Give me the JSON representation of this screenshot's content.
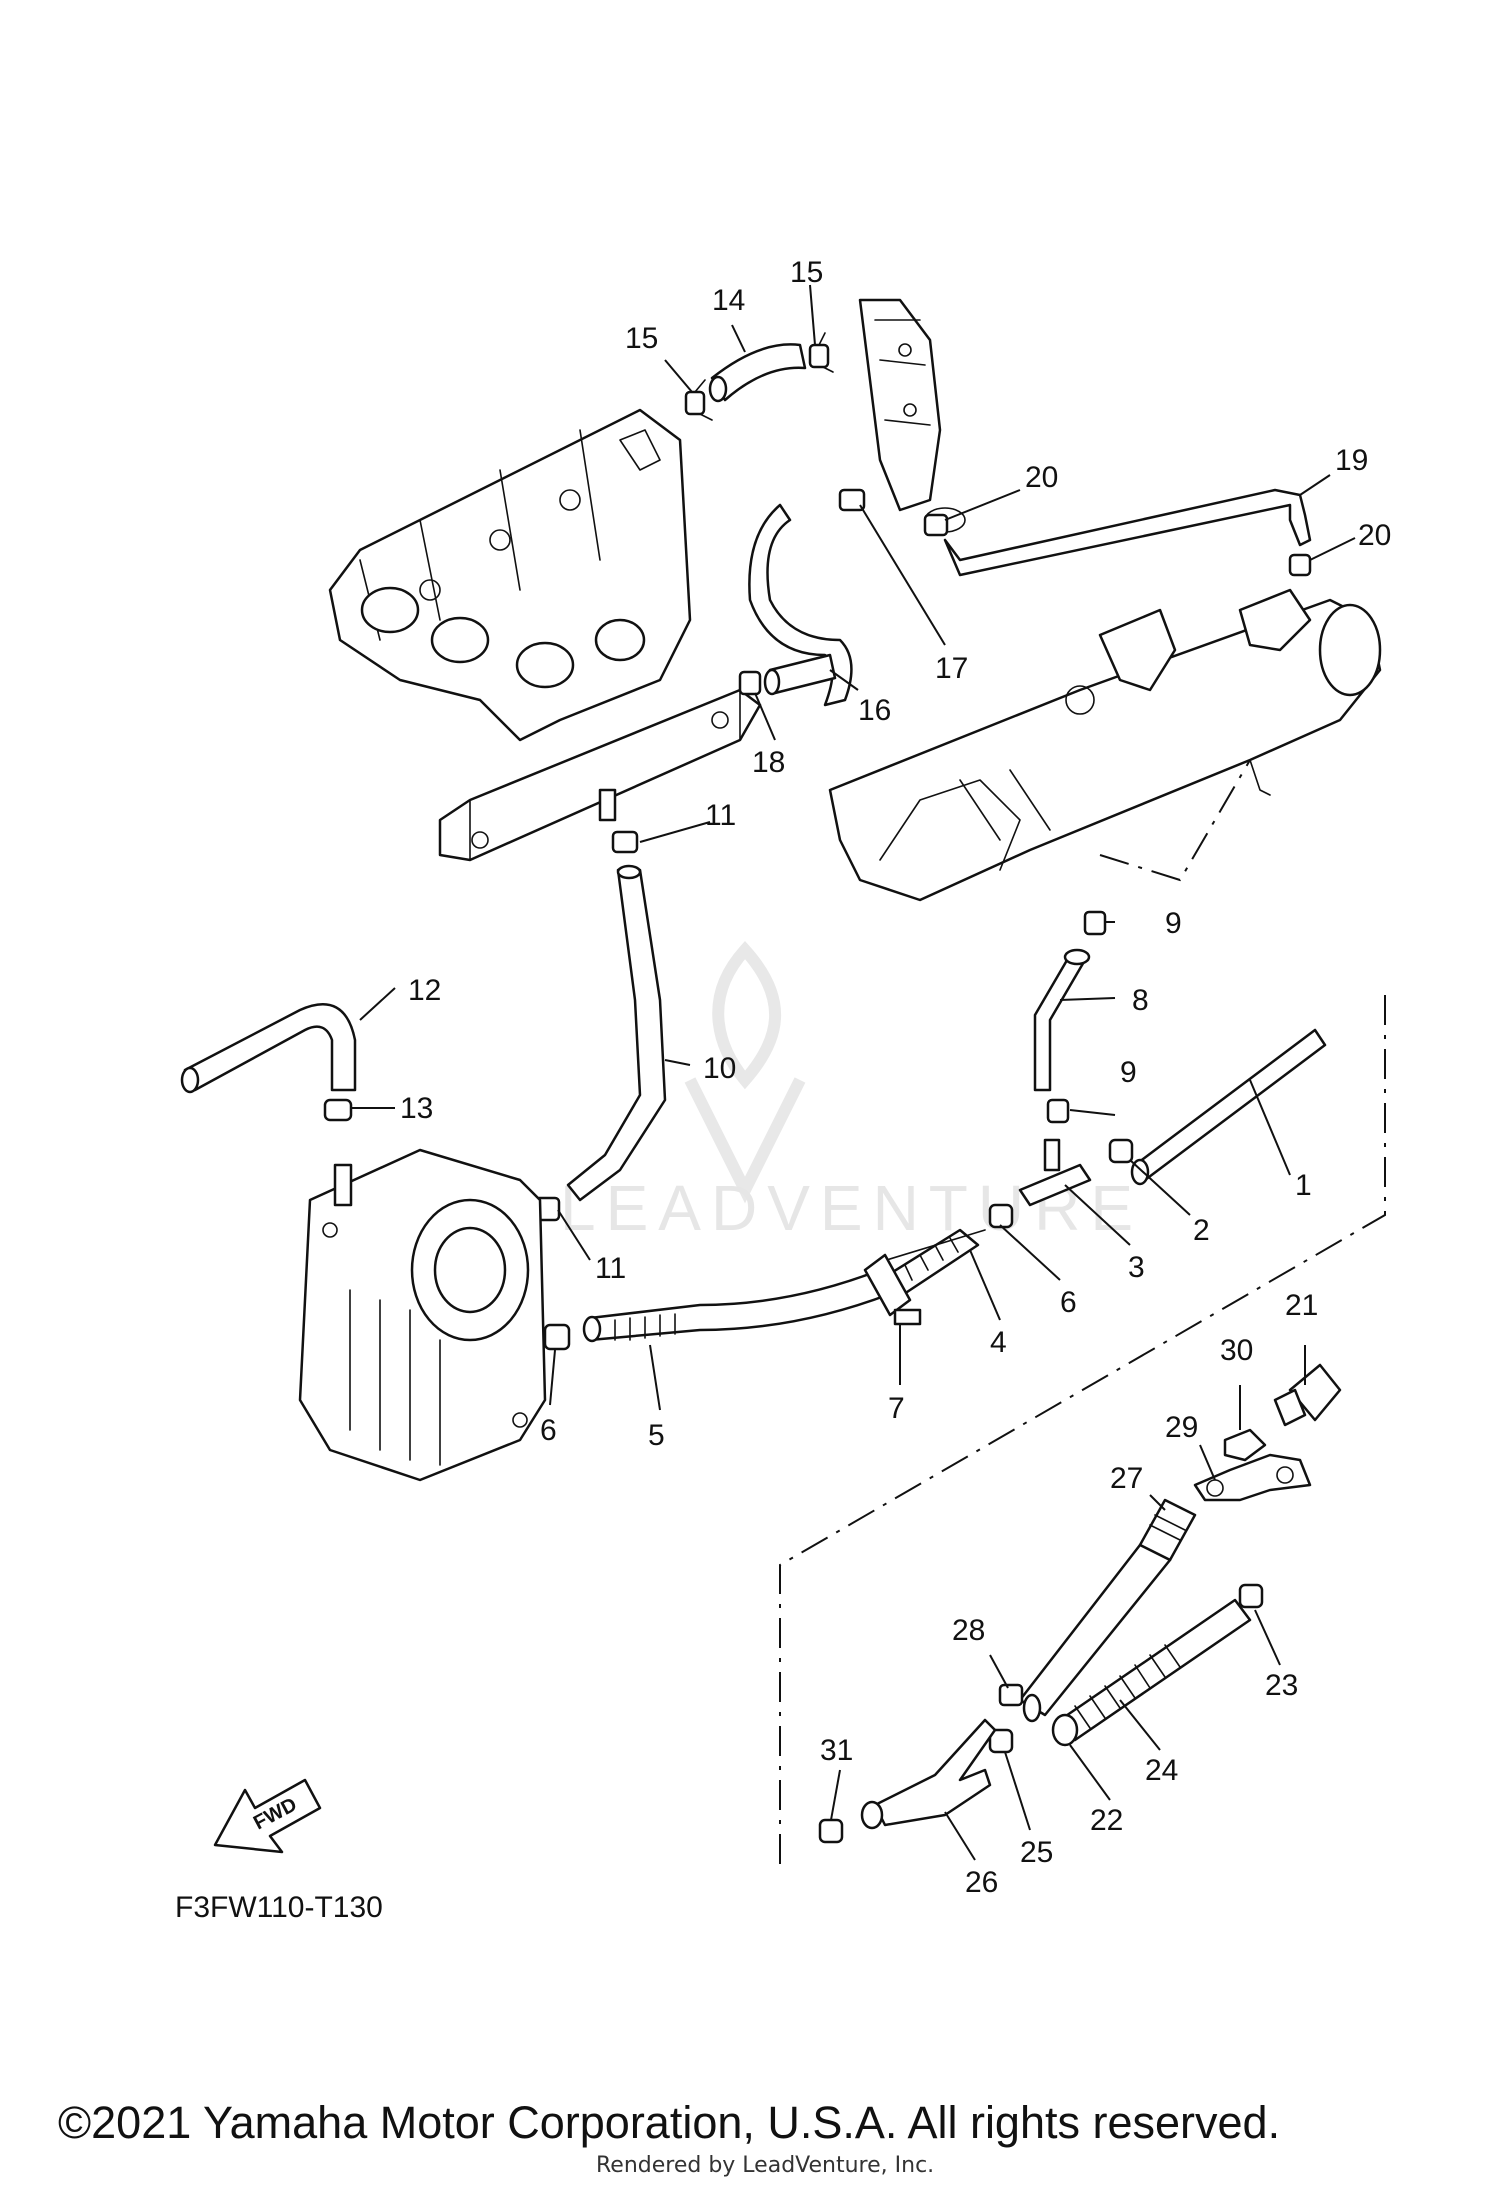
{
  "diagram": {
    "callouts": [
      {
        "id": "c1",
        "text": "1"
      },
      {
        "id": "c2",
        "text": "2"
      },
      {
        "id": "c3",
        "text": "3"
      },
      {
        "id": "c4",
        "text": "4"
      },
      {
        "id": "c5",
        "text": "5"
      },
      {
        "id": "c6a",
        "text": "6"
      },
      {
        "id": "c6b",
        "text": "6"
      },
      {
        "id": "c7",
        "text": "7"
      },
      {
        "id": "c8",
        "text": "8"
      },
      {
        "id": "c9a",
        "text": "9"
      },
      {
        "id": "c9b",
        "text": "9"
      },
      {
        "id": "c10",
        "text": "10"
      },
      {
        "id": "c11a",
        "text": "11"
      },
      {
        "id": "c11b",
        "text": "11"
      },
      {
        "id": "c12",
        "text": "12"
      },
      {
        "id": "c13",
        "text": "13"
      },
      {
        "id": "c14",
        "text": "14"
      },
      {
        "id": "c15a",
        "text": "15"
      },
      {
        "id": "c15b",
        "text": "15"
      },
      {
        "id": "c16",
        "text": "16"
      },
      {
        "id": "c17",
        "text": "17"
      },
      {
        "id": "c18",
        "text": "18"
      },
      {
        "id": "c19",
        "text": "19"
      },
      {
        "id": "c20a",
        "text": "20"
      },
      {
        "id": "c20b",
        "text": "20"
      },
      {
        "id": "c21",
        "text": "21"
      },
      {
        "id": "c22",
        "text": "22"
      },
      {
        "id": "c23",
        "text": "23"
      },
      {
        "id": "c24",
        "text": "24"
      },
      {
        "id": "c25",
        "text": "25"
      },
      {
        "id": "c26",
        "text": "26"
      },
      {
        "id": "c27",
        "text": "27"
      },
      {
        "id": "c28",
        "text": "28"
      },
      {
        "id": "c29",
        "text": "29"
      },
      {
        "id": "c30",
        "text": "30"
      },
      {
        "id": "c31",
        "text": "31"
      }
    ],
    "fwd_label": "FWD",
    "drawing_code": "F3FW110-T130",
    "copyright": "©2021 Yamaha Motor Corporation, U.S.A. All rights reserved.",
    "rendered_by": "Rendered by LeadVenture, Inc.",
    "watermark": "LEADVENTURE"
  }
}
